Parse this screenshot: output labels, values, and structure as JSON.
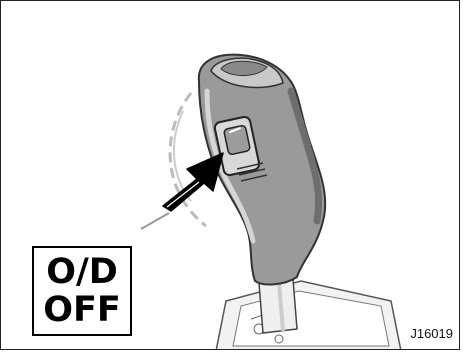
{
  "figure": {
    "indicator_label": {
      "line1": "O/D",
      "line2": "OFF"
    },
    "figure_code": "J16019",
    "icons": {
      "shift_lever": "shift-lever-illustration",
      "button": "od-switch-button-icon",
      "arrow": "press-arrow-icon"
    },
    "colors": {
      "lever_fill": "#9a9a9a",
      "lever_shadow": "#6e6e6e",
      "arrow_fill": "#000000",
      "outline": "#222222"
    }
  }
}
